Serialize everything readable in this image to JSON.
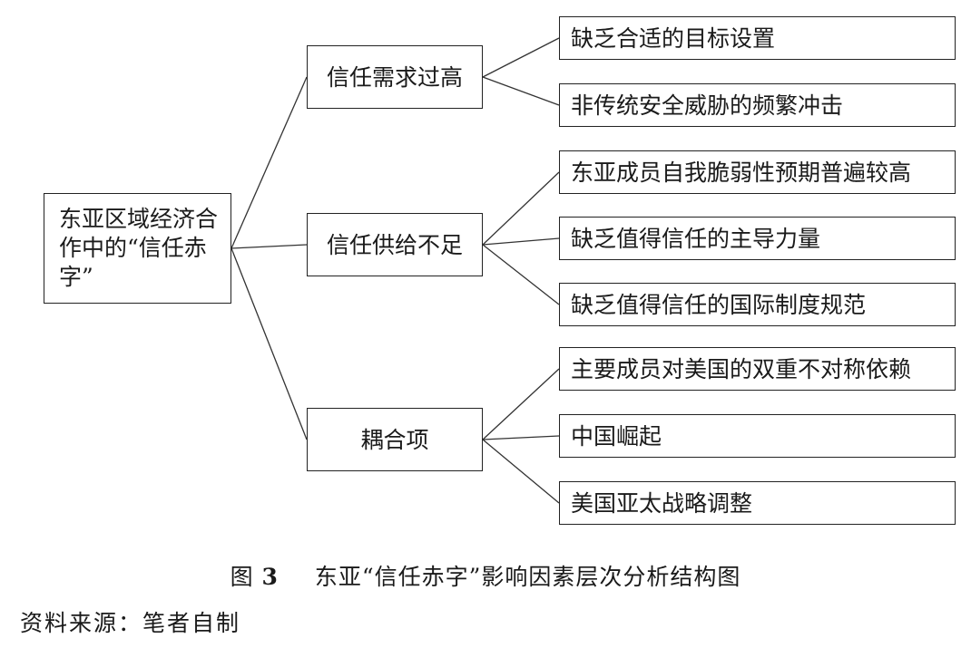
{
  "diagram": {
    "root": {
      "label": "东亚区域经济合作中的“信任赤字”"
    },
    "branches": [
      {
        "label": "信任需求过高",
        "leaves": [
          "缺乏合适的目标设置",
          "非传统安全威胁的频繁冲击"
        ]
      },
      {
        "label": "信任供给不足",
        "leaves": [
          "东亚成员自我脆弱性预期普遍较高",
          "缺乏值得信任的主导力量",
          "缺乏值得信任的国际制度规范"
        ]
      },
      {
        "label": "耦合项",
        "leaves": [
          "主要成员对美国的双重不对称依赖",
          "中国崛起",
          "美国亚太战略调整"
        ]
      }
    ]
  },
  "caption": {
    "prefix": "图",
    "number": "3",
    "text": "东亚“信任赤字”影响因素层次分析结构图"
  },
  "source": {
    "text": "资料来源：笔者自制"
  },
  "colors": {
    "line": "#333333",
    "border": "#222222",
    "text": "#1a1a1a"
  }
}
